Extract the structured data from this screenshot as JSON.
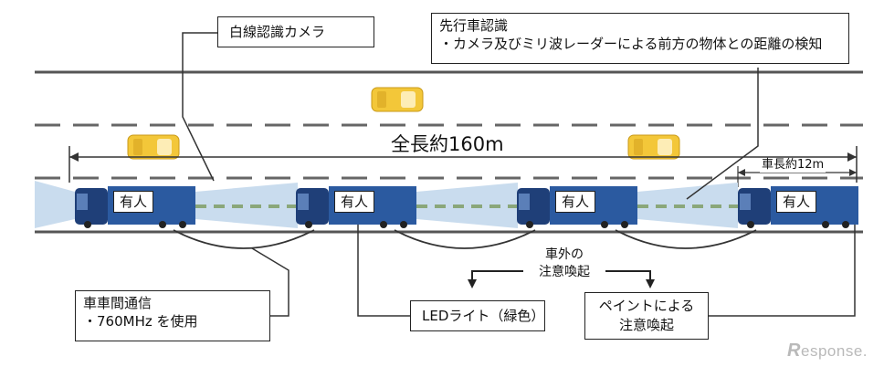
{
  "labels": {
    "lane_camera": "白線認識カメラ",
    "preceding_title": "先行車認識",
    "preceding_detail": "・カメラ及びミリ波レーダーによる前方の物体との距離の検知",
    "total_length": "全長約160m",
    "truck_length": "車長約12m",
    "truck_tag": "有人",
    "external_alert_line1": "車外の",
    "external_alert_line2": "注意喚起",
    "v2v_title": "車車間通信",
    "v2v_detail": "・760MHz を使用",
    "led_light": "LEDライト（緑色）",
    "paint_alert_line1": "ペイントによる",
    "paint_alert_line2": "注意喚起"
  },
  "watermark": {
    "mark": "R",
    "text": "esponse."
  },
  "colors": {
    "truck_cab": "#1f3f78",
    "truck_trailer": "#2b5aa0",
    "sensor_beam": "#c9dcee",
    "led_link": "#8aa77a",
    "car_yellow": "#f3c739",
    "road_line": "#555555"
  }
}
